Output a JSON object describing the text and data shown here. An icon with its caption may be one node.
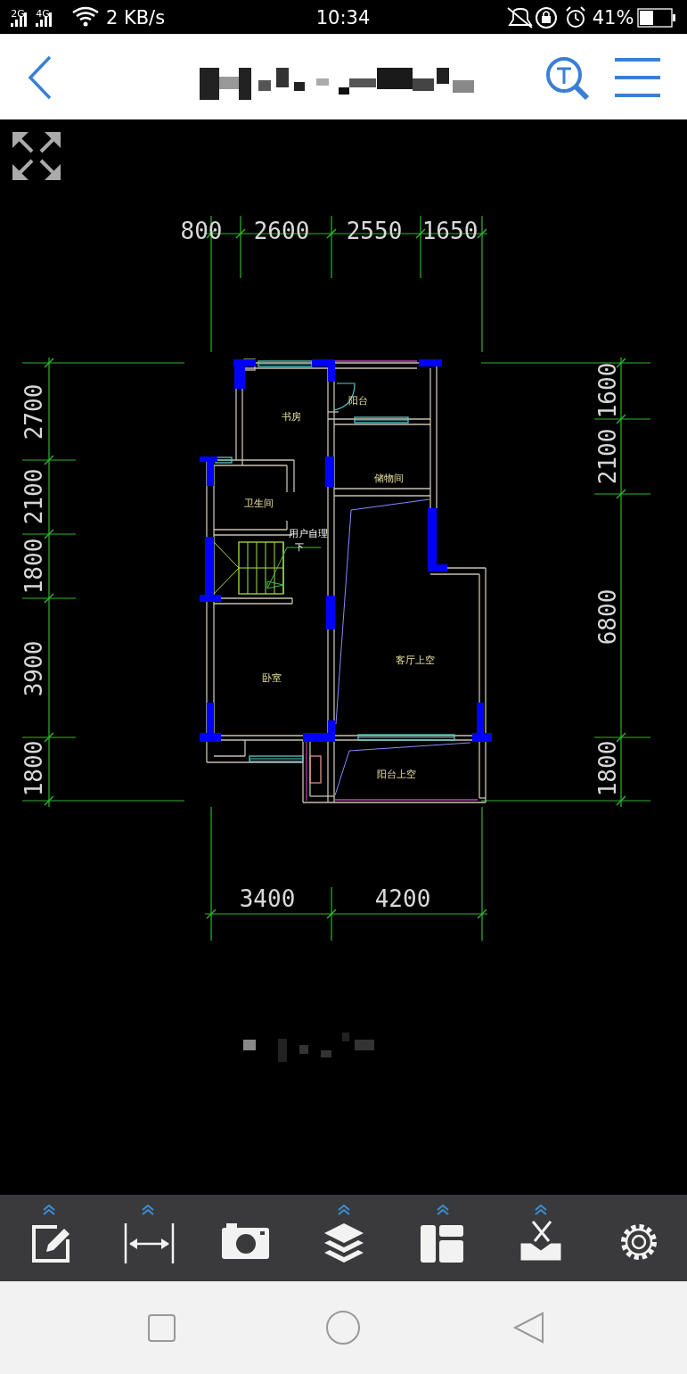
{
  "diagram": {
    "labels": [
      "2G",
      "4G",
      "2 KB/s",
      "10:34",
      "41%",
      "800",
      "2600",
      "2550",
      "1650",
      "2700",
      "2100",
      "1800",
      "3900",
      "1800",
      "1600",
      "2100",
      "6800",
      "1800",
      "书房",
      "阳台",
      "储物间",
      "卫生间",
      "用户自理",
      "下",
      "卧室",
      "客厅上空",
      "阳台上空",
      "3400",
      "4200"
    ]
  }
}
